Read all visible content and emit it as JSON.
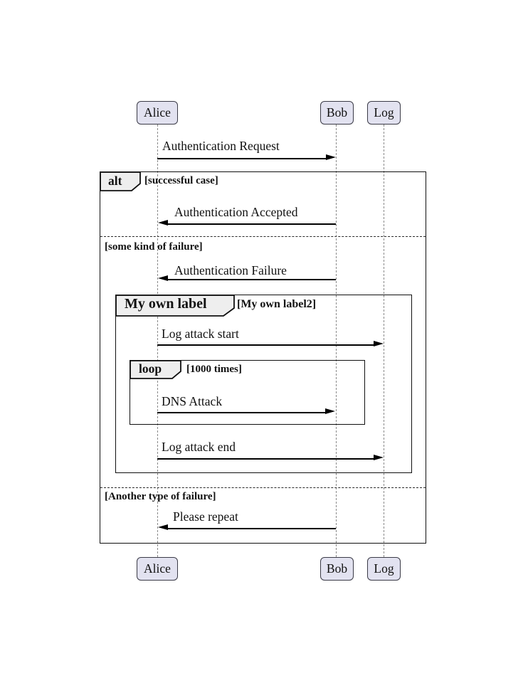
{
  "diagram_type": "uml-sequence-diagram",
  "actors": {
    "alice": "Alice",
    "bob": "Bob",
    "log": "Log"
  },
  "messages": {
    "auth_request": {
      "label": "Authentication Request",
      "from": "Alice",
      "to": "Bob"
    },
    "auth_accepted": {
      "label": "Authentication Accepted",
      "from": "Bob",
      "to": "Alice"
    },
    "auth_failure": {
      "label": "Authentication Failure",
      "from": "Bob",
      "to": "Alice"
    },
    "log_attack_start": {
      "label": "Log attack start",
      "from": "Alice",
      "to": "Log"
    },
    "dns_attack": {
      "label": "DNS Attack",
      "from": "Alice",
      "to": "Bob"
    },
    "log_attack_end": {
      "label": "Log attack end",
      "from": "Alice",
      "to": "Log"
    },
    "please_repeat": {
      "label": "Please repeat",
      "from": "Bob",
      "to": "Alice"
    }
  },
  "frames": {
    "alt": {
      "keyword": "alt",
      "condition": "[successful case]"
    },
    "group": {
      "keyword": "My own label",
      "condition": "[My own label2]"
    },
    "loop": {
      "keyword": "loop",
      "condition": "[1000 times]"
    },
    "divider1": "[some kind of failure]",
    "divider2": "[Another type of failure]"
  },
  "colors": {
    "background": "#ffffff",
    "actor_fill": "#E2E2F0",
    "actor_border": "#3b3b47",
    "frame_border": "#101010",
    "label_pentagon_fill": "#EEEEEE",
    "lifeline": "#8a8a8a",
    "message_line": "#000000",
    "text": "#111111"
  }
}
